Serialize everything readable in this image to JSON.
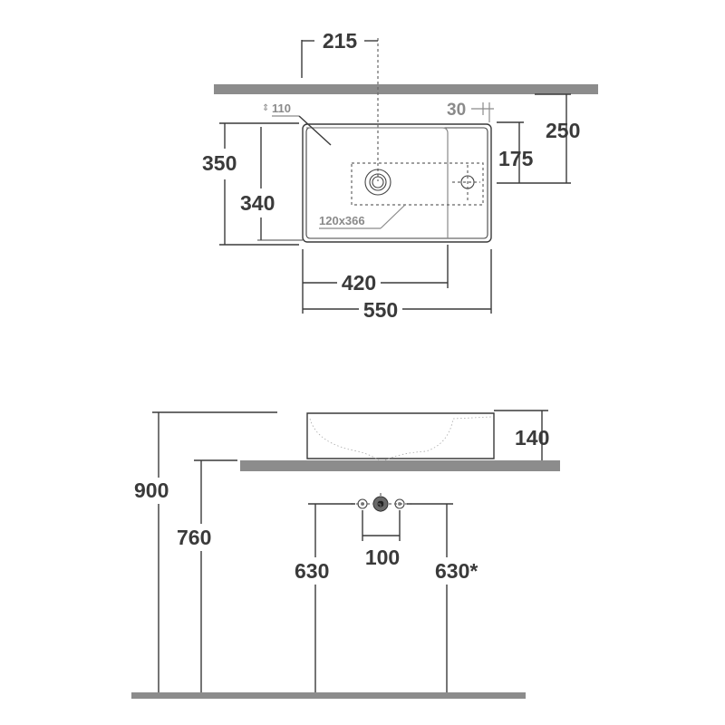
{
  "top_view": {
    "dim_215": "215",
    "dim_110": "110",
    "dim_30": "30",
    "dim_250": "250",
    "dim_350": "350",
    "dim_175": "175",
    "dim_340": "340",
    "dim_120x366": "120x366",
    "dim_420": "420",
    "dim_550": "550"
  },
  "side_view": {
    "dim_140": "140",
    "dim_900": "900",
    "dim_760": "760",
    "dim_630_left": "630",
    "dim_100": "100",
    "dim_630_right": "630*"
  }
}
